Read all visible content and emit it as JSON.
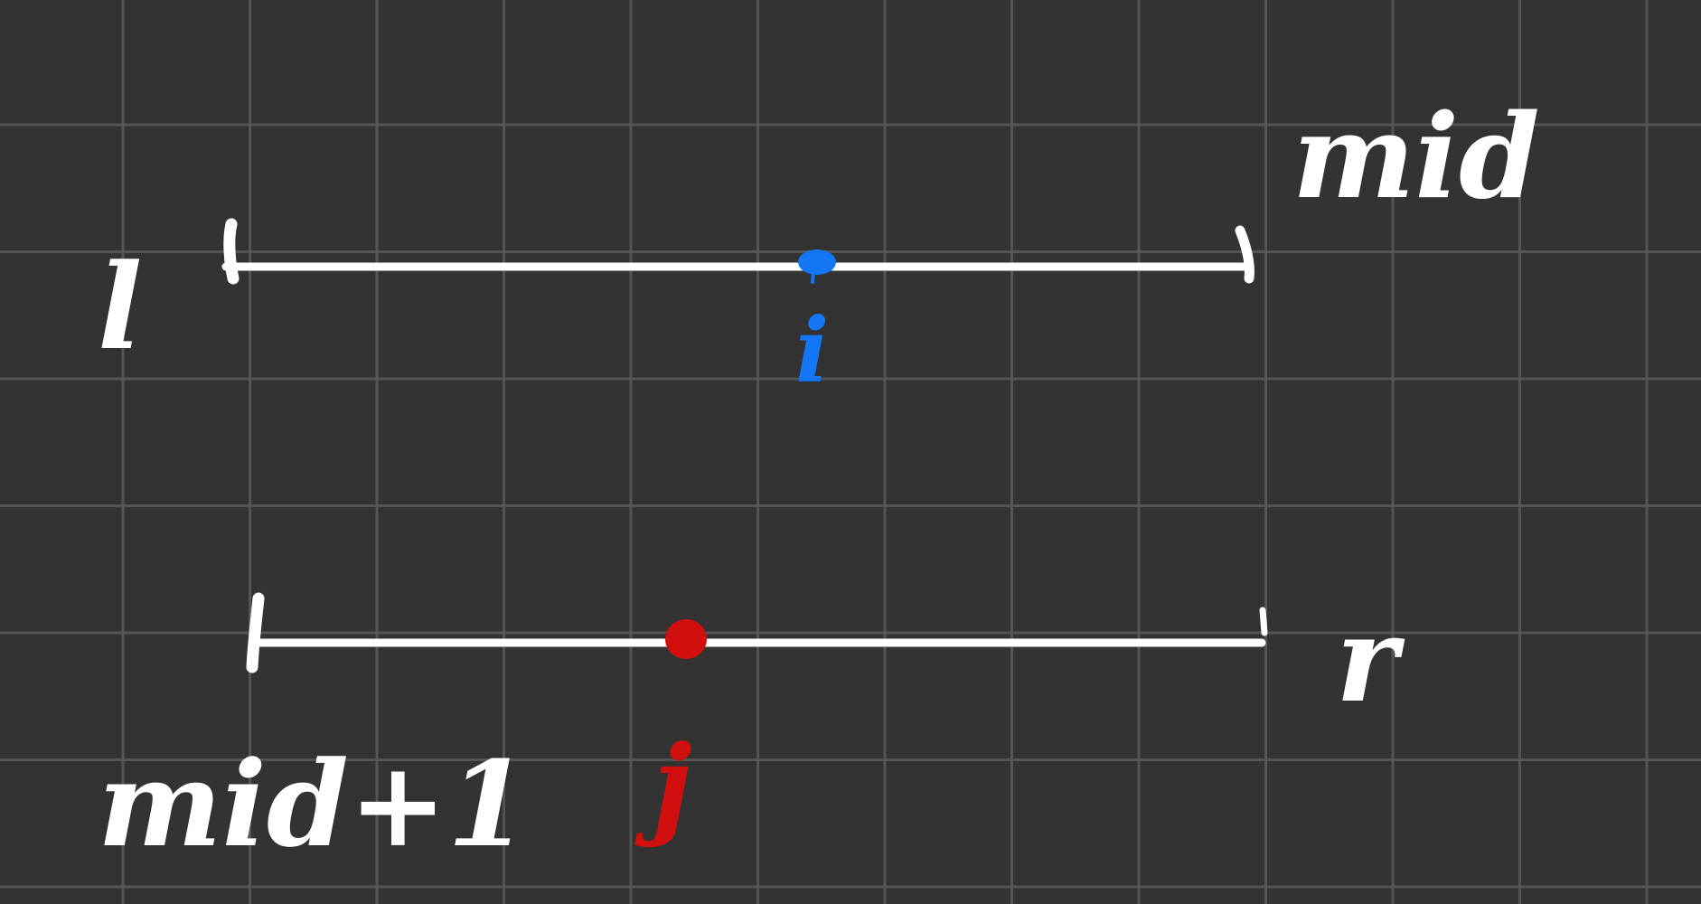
{
  "labels": {
    "top_left": "l",
    "top_right": "mid",
    "top_marker": "i",
    "bottom_left": "mid+1",
    "bottom_right": "r",
    "bottom_marker": "j"
  },
  "colors": {
    "background": "#333333",
    "grid": "#5a5a5a",
    "ink": "#ffffff",
    "marker_i": "#1477f5",
    "marker_j": "#d10f0f"
  }
}
